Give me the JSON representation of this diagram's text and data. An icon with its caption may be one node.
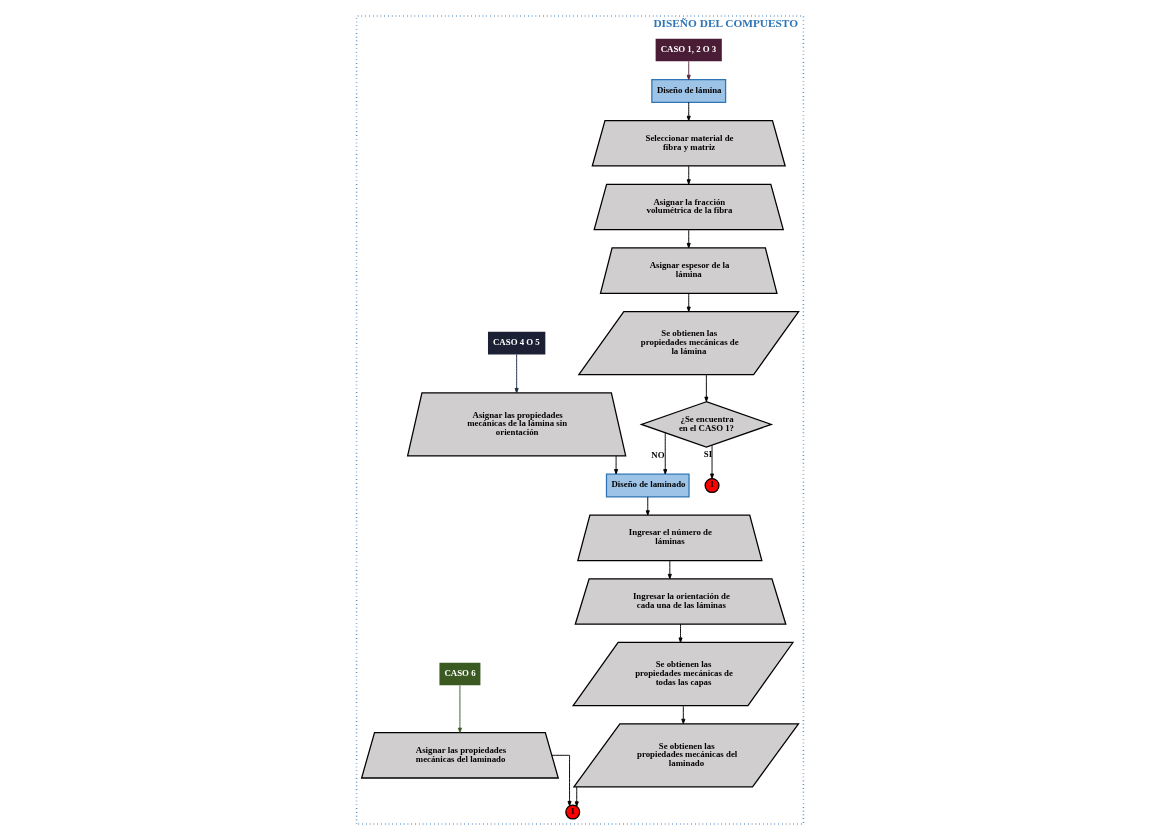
{
  "diagram": {
    "nodes": [
      {
        "text": [
          "DISEÑO DEL COMPUESTO"
        ]
      },
      {
        "text": [
          "CASO 1, 2 O 3"
        ],
        "in": 0
      },
      {
        "text": [
          "CASO 4 O 5"
        ],
        "in": 0
      },
      {
        "text": [
          "CASO 6"
        ],
        "in": 0
      },
      {
        "text": [
          "Diseño de lámina"
        ],
        "in": 0
      },
      {
        "text": [
          "Seleccionar material de fibra y matriz"
        ],
        "in": 0
      },
      {
        "text": [
          "Asignar la fracción volumétrica de la fibra"
        ],
        "in": 0
      },
      {
        "text": [
          "Asignar espesor de la lámina"
        ],
        "in": 0
      },
      {
        "text": [
          "Asignar las propiedades mecánicas de la lámina sin orientación"
        ],
        "in": 0
      },
      {
        "text": [
          "Se obtienen las propiedades mecánicas de la lámina"
        ],
        "in": 0
      },
      {
        "text": [
          "¿Se encuentra en el CASO 1?"
        ],
        "in": 0
      },
      {
        "text": [
          "1"
        ],
        "in": 0
      },
      {
        "text": [
          "Diseño de laminado"
        ],
        "in": 0
      },
      {
        "text": [
          "Ingresar el número de láminas"
        ],
        "in": 0
      },
      {
        "text": [
          "Ingresar la orientación de cada una de las láminas"
        ],
        "in": 0
      },
      {
        "text": [
          "Asignar las propiedades mecánicas del laminado"
        ],
        "in": 0
      },
      {
        "text": [
          "Se obtienen las propiedades mecánicas de todas las capas"
        ],
        "in": 0
      },
      {
        "text": [
          "Se obtienen las propiedades mecánicas del laminado"
        ],
        "in": 0
      },
      {
        "text": [
          "1"
        ],
        "in": 0
      }
    ],
    "edges": [
      {
        "from": 1,
        "to": 4,
        "arrow": "to",
        "color": "#5a2440"
      },
      {
        "from": 4,
        "to": 5,
        "arrow": "to"
      },
      {
        "from": 5,
        "to": 6,
        "arrow": "to"
      },
      {
        "from": 6,
        "to": 7,
        "arrow": "to"
      },
      {
        "from": 7,
        "to": 9,
        "arrow": "to"
      },
      {
        "from": 9,
        "to": 10,
        "arrow": "to"
      },
      {
        "from": 10,
        "to": 11,
        "arrow": "to",
        "label": "SI"
      },
      {
        "from": 10,
        "to": 12,
        "arrow": "to",
        "label": "NO"
      },
      {
        "from": 2,
        "to": 8,
        "arrow": "to",
        "color": "#1e2a44"
      },
      {
        "from": 8,
        "to": 12,
        "arrow": "to"
      },
      {
        "from": 12,
        "to": 13,
        "arrow": "to"
      },
      {
        "from": 13,
        "to": 14,
        "arrow": "to"
      },
      {
        "from": 14,
        "to": 16,
        "arrow": "to"
      },
      {
        "from": 16,
        "to": 17,
        "arrow": "to"
      },
      {
        "from": 17,
        "to": 18,
        "arrow": "to"
      },
      {
        "from": 3,
        "to": 15,
        "arrow": "to",
        "color": "#3d5c24"
      },
      {
        "from": 15,
        "to": 18,
        "arrow": "to"
      }
    ]
  }
}
